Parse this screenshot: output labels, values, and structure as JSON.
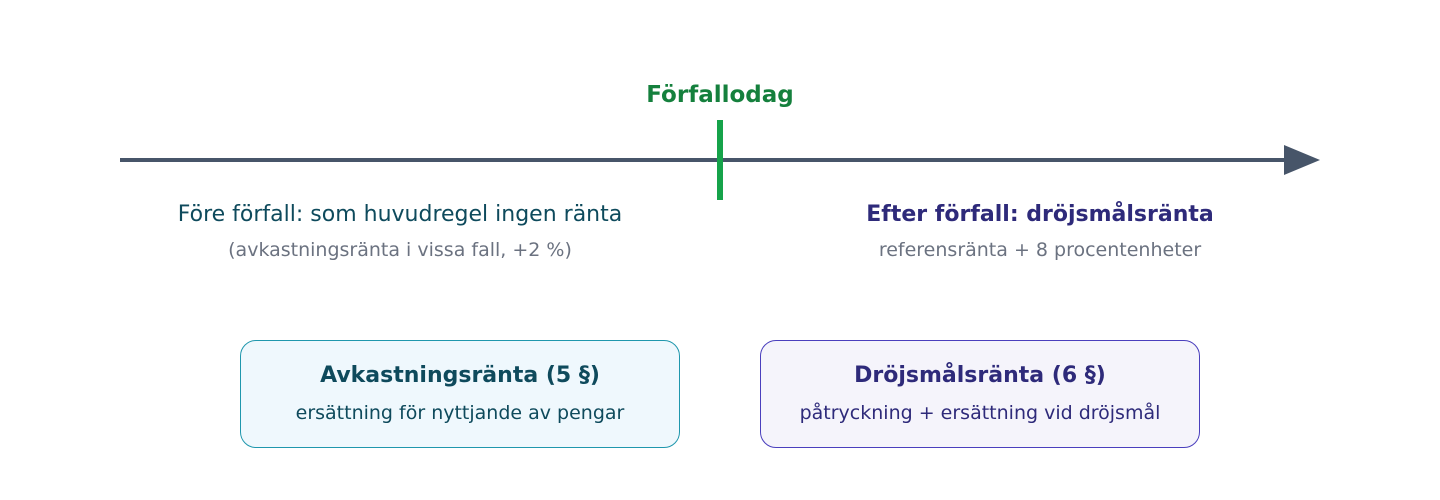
{
  "timeline": {
    "due_date_label": "Förfallodag",
    "before": {
      "title": "Före förfall: som huvudregel ingen ränta",
      "subtitle": "(avkastningsränta i vissa fall, +2 %)"
    },
    "after": {
      "title": "Efter förfall: dröjsmålsränta",
      "subtitle": "referensränta + 8 procentenheter"
    }
  },
  "boxes": {
    "yield_interest": {
      "title": "Avkastningsränta (5 §)",
      "description": "ersättning för nyttjande av pengar"
    },
    "late_interest": {
      "title": "Dröjsmålsränta (6 §)",
      "description": "påtryckning + ersättning vid dröjsmål"
    }
  },
  "colors": {
    "axis": "#475569",
    "due_marker": "#16a34a",
    "before_text": "#0e4a5c",
    "after_text": "#2e2a7a",
    "muted_text": "#6b7280"
  }
}
